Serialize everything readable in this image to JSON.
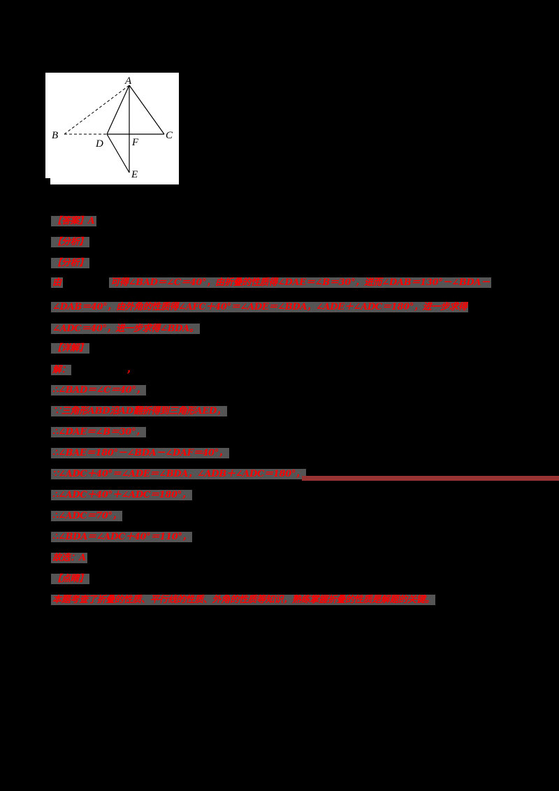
{
  "figure": {
    "labels": {
      "A": "A",
      "B": "B",
      "C": "C",
      "D": "D",
      "E": "E",
      "F": "F"
    }
  },
  "answer_line": "【答案】A",
  "sections": {
    "analysis_title": "【分析】",
    "analysis_title_2": "【分析】",
    "detail_title": "【详解】",
    "comment_title": "【点睛】"
  },
  "analysis": {
    "line1_prefix": "由",
    "line1_rest": "可得∠BAD＝∠C＝40°，由折叠的性质得∠DAE＝∠B＝30°，进而∠DAB＝130°－∠BDA－",
    "line2": "∠DAB＝40°，由外角的性质得∠AFC＋40°＝∠ADE＝∠BDA，∠ADE＋∠ADC＝180°，进一步求得",
    "line3": "∠ADC＝40°，进一步求得∠BDA。"
  },
  "detail": {
    "line1_prefix": "解：",
    "line1_suffix": "，",
    "line2": "∴∠BAD＝∠C＝40°，",
    "line3": "∵三角形ABD沿AD翻折得到三角形AED，",
    "line4": "∴∠DAE＝∠B＝30°，",
    "line5": "∴∠BAE＝180°－∠BDA－∠DAF＝40°，",
    "line6": "∵∠ADC＋40°＝∠ADE＝∠BDA，∠ADB＋∠ADC＝180°，",
    "line7": "∴∠ADC＋40°＋∠ADC＝180°，",
    "line8": "∴∠ADC＝70°，",
    "line9": "∴∠BDA＝∠ADC＋40°＝110°，",
    "line10": "故选：A"
  },
  "comment": {
    "line1": "本题考查了折叠的性质、平行线的性质、外角的性质等知识，熟练掌握折叠的性质是解题的关键。"
  },
  "colors": {
    "text": "#ff0000",
    "highlight": "#555555",
    "background": "#000000",
    "rule": "#993333"
  }
}
